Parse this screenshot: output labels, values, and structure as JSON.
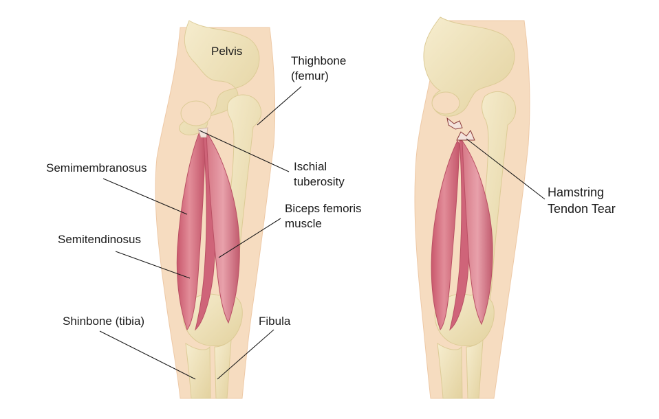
{
  "labels": {
    "pelvis": "Pelvis",
    "thighbone_1": "Thighbone",
    "thighbone_2": "(femur)",
    "semimembranosus": "Semimembranosus",
    "ischial_1": "Ischial",
    "ischial_2": "tuberosity",
    "biceps_1": "Biceps femoris",
    "biceps_2": "muscle",
    "semitendinosus": "Semitendinosus",
    "shinbone": "Shinbone (tibia)",
    "fibula": "Fibula",
    "tear_1": "Hamstring",
    "tear_2": "Tendon Tear"
  },
  "colors": {
    "skin": "#f6dcc0",
    "skin_edge": "#eec9a6",
    "bone": "#f1e5bf",
    "bone_shadow": "#dccb96",
    "muscle": "#d4707f",
    "muscle_dark": "#b94f63",
    "tendon": "#f3e3dc"
  }
}
